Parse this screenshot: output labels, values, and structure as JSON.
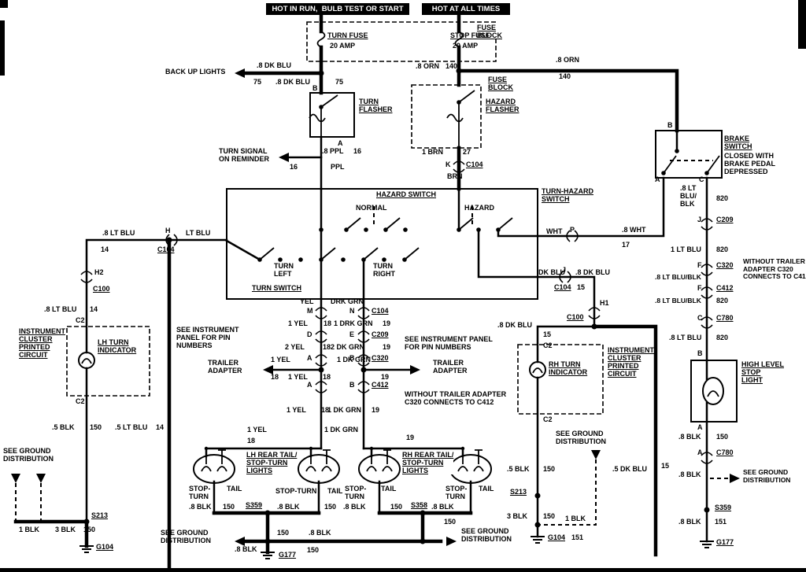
{
  "header": {
    "hot_in_run": "HOT IN RUN,  BULB TEST OR START",
    "hot_at_all_times": "HOT AT ALL TIMES"
  },
  "fuse_block": {
    "label": "FUSE\nBLOCK",
    "turn_fuse": "TURN FUSE",
    "turn_fuse_amp": "20 AMP",
    "stop_fuse": "STOP FUSE",
    "stop_fuse_amp": "20 AMP"
  },
  "top": {
    "backup_lights": "BACK UP LIGHTS",
    "dkblu_upper": ".8 DK BLU",
    "c75_left": "75",
    "dkblu_lower": ".8 DK BLU",
    "c75_right": "75",
    "term_b_flasher": "B",
    "orn_left": ".8 ORN",
    "c140_left": "140",
    "orn_right": ".8 ORN",
    "c140_right": "140",
    "term_b_brake": "B"
  },
  "flashers": {
    "turn": "TURN\nFLASHER",
    "hazard": "HAZARD\nFLASHER",
    "fuse_block": "FUSE\nBLOCK",
    "term_a": "A",
    "ppl_size": ".8 PPL",
    "c16_a": "16",
    "reminder": "TURN SIGNAL\nON REMINDER",
    "c16_b": "16",
    "ppl": "PPL",
    "brn_size": "1 BRN",
    "c27": "27",
    "term_k": "K",
    "c104": "C104",
    "brn": "BRN"
  },
  "brake": {
    "title": "BRAKE\nSWITCH",
    "desc": "CLOSED WITH\nBRAKE PEDAL\nDEPRESSED",
    "term_a": "A",
    "term_c": "C"
  },
  "tswitch": {
    "title": "TURN-HAZARD\nSWITCH",
    "hazard_switch": "HAZARD SWITCH",
    "normal": "NORMAL",
    "hazard": "HAZARD",
    "turn_left": "TURN\nLEFT",
    "turn_right": "TURN\nRIGHT",
    "turn_switch": "TURN SWITCH"
  },
  "wht": {
    "color": "WHT",
    "term_p": "P",
    "size": ".8 WHT",
    "circuit": "17"
  },
  "dkblu": {
    "color": "DK BLU",
    "term_j": "J",
    "size": ".8 DK BLU",
    "c104": "C104",
    "circuit": "15"
  },
  "left": {
    "size_a": ".8 LT BLU",
    "term_h": "H",
    "color": "LT BLU",
    "c14_a": "14",
    "c104": "C104",
    "h2": "H2",
    "c100": "C100",
    "size_b": ".8 LT BLU",
    "c14_b": "14",
    "c2_top": "C2",
    "cluster": "INSTRUMENT\nCLUSTER\nPRINTED\nCIRCUIT",
    "lh_turn": "LH TURN\nINDICATOR",
    "c2_bot": "C2",
    "blk_size": ".5 BLK",
    "c150": "150",
    "ltblu_size": ".5 LT BLU",
    "c14_c": "14",
    "see_ground": "SEE GROUND\nDISTRIBUTION",
    "blk1": "1 BLK",
    "blk3": "3 BLK",
    "c150_b": "150",
    "s213": "S213",
    "g104": "G104"
  },
  "center": {
    "see_instr_left": "SEE INSTRUMENT\nPANEL FOR PIN\nNUMBERS",
    "yel": "YEL",
    "drkgrn": "DRK GRN",
    "term_m": "M",
    "term_n": "N",
    "c104": "C104",
    "yel1_a": "1 YEL",
    "c18_a": "18",
    "drkgrn1": "1 DRK GRN",
    "c19_a": "19",
    "term_d": "D",
    "term_e": "E",
    "c209": "C209",
    "yel2": "2 YEL",
    "c18_b": "18",
    "dkgrn2": "2 DK GRN",
    "c19_b": "19",
    "term_a1": "A",
    "term_b1": "B",
    "c320": "C320",
    "trailer_left": "TRAILER\nADAPTER",
    "trailer_right": "TRAILER\nADAPTER",
    "yel1_b": "1 YEL",
    "c18_c": "18",
    "dkgrn1_b": "1 DK GRN",
    "c19_c": "19",
    "see_instr_right": "SEE INSTRUMENT PANEL\nFOR PIN NUMBERS",
    "yel1_c": "1 YEL",
    "c18_d": "18",
    "term_a2": "A",
    "term_b2": "B",
    "c412": "C412",
    "without": "WITHOUT TRAILER ADAPTER\nC320 CONNECTS TO C412",
    "yel1_d": "1 YEL",
    "c18_e": "18",
    "dkgrn1_c": "1 DK GRN",
    "c19_d": "19",
    "yel1_e": "1 YEL",
    "c18_f": "18",
    "dkgrn1_d": "1 DK GRN",
    "c19_e": "19"
  },
  "lights": {
    "lh": "LH REAR TAIL/\nSTOP-TURN\nLIGHTS",
    "rh": "RH REAR TAIL/\nSTOP-TURN\nLIGHTS",
    "stop_turn_a": "STOP-\nTURN",
    "tail_a": "TAIL",
    "stop_turn_b": "STOP-TURN",
    "tail_b": "TAIL",
    "stop_turn_c": "STOP-\nTURN",
    "tail_c": "TAIL",
    "stop_turn_d": "STOP-\nTURN",
    "tail_d": "TAIL"
  },
  "gnd_center": {
    "blk_a": ".8 BLK",
    "c150_a": "150",
    "s359": "S359",
    "blk_b": ".8 BLK",
    "c150_b": "150",
    "blk_c": ".8 BLK",
    "c150_c": "150",
    "s358": "S358",
    "blk_d": ".8 BLK",
    "c150_d": "150",
    "see_ground_l": "SEE GROUND\nDISTRIBUTION",
    "blk_e": ".8 BLK",
    "c150_e": "150",
    "g177": "G177",
    "blk_f": ".8 BLK",
    "c150_f": "150",
    "see_ground_r": "SEE GROUND\nDISTRIBUTION"
  },
  "rh_cluster": {
    "dkblu_size": ".8 DK BLU",
    "c15": "15",
    "c2_top": "C2",
    "title": "RH TURN\nINDICATOR",
    "cluster": "INSTRUMENT\nCLUSTER\nPRINTED\nCIRCUIT",
    "c2_bot": "C2",
    "h1": "H1",
    "c100": "C100",
    "see_ground": "SEE GROUND\nDISTRIBUTION",
    "blk5": ".5 BLK",
    "c150_a": "150",
    "s213": "S213",
    "blk3": "3 BLK",
    "c150_b": "150",
    "blk1": "1 BLK",
    "g104": "G104",
    "c151": "151",
    "dkblu5": ".5 DK BLU",
    "c15_b": "15"
  },
  "right": {
    "ltblublk_a": ".8 LT\nBLU/\nBLK",
    "c820_a": "820",
    "term_j": "J",
    "c209": "C209",
    "ltblu1": "1 LT BLU",
    "c820_b": "820",
    "term_f1": "F",
    "c320": "C320",
    "without": "WITHOUT TRAILER\nADAPTER C320\nCONNECTS TO C412",
    "ltblublk_b": ".8 LT BLU/BLK",
    "term_f2": "F",
    "c412": "C412",
    "ltblublk_c": ".8 LT BLU/BLK",
    "c820_c": "820",
    "term_c": "C",
    "c780_a": "C780",
    "ltblu_8": ".8 LT BLU",
    "c820_d": "820",
    "term_b": "B",
    "high_level": "HIGH LEVEL\nSTOP\nLIGHT",
    "term_a1": "A",
    "blk_a": ".8 BLK",
    "c150_a": "150",
    "term_a2": "A",
    "c780_b": "C780",
    "blk_b": ".8 BLK",
    "see_ground": "SEE GROUND\nDISTRIBUTION",
    "s359": "S359",
    "blk_c": ".8 BLK",
    "c151": "151",
    "g177": "G177"
  }
}
